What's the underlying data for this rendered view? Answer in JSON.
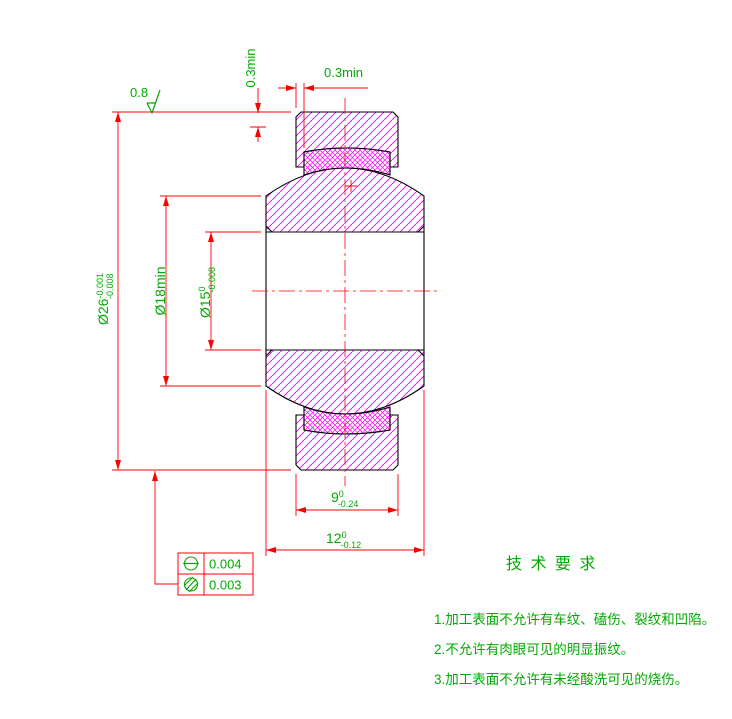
{
  "drawing": {
    "roughness": "0.8",
    "dim_od": {
      "main": "Ø26",
      "sup": "-0.001",
      "sub": "-0.008"
    },
    "dim_sphere_od": "Ø18min",
    "dim_bore": {
      "main": "Ø15",
      "sup": "0",
      "sub": "-0.008"
    },
    "dim_outer_ring_width": {
      "main": "9",
      "sup": "0",
      "sub": "-0.24"
    },
    "dim_inner_ring_width": {
      "main": "12",
      "sup": "0",
      "sub": "-0.12"
    },
    "dim_recess_vertical": "0.3min",
    "dim_recess_horizontal": "0.3min",
    "tolerance_frame": {
      "rows": [
        {
          "symbol": "circle-with-line",
          "value": "0.004"
        },
        {
          "symbol": "circle-with-hatch",
          "value": "0.003"
        }
      ]
    },
    "colors": {
      "dimension_lines": "#ff0000",
      "text": "#00aa00",
      "part_outline": "#000000",
      "hatch": "#ff00ff",
      "background": "#ffffff"
    }
  },
  "tech_requirements": {
    "title": "技 术 要 求",
    "notes": [
      "1.加工表面不允许有车纹、磕伤、裂纹和凹陷。",
      "2.不允许有肉眼可见的明显振纹。",
      "3.加工表面不允许有未经酸洗可见的烧伤。"
    ]
  }
}
